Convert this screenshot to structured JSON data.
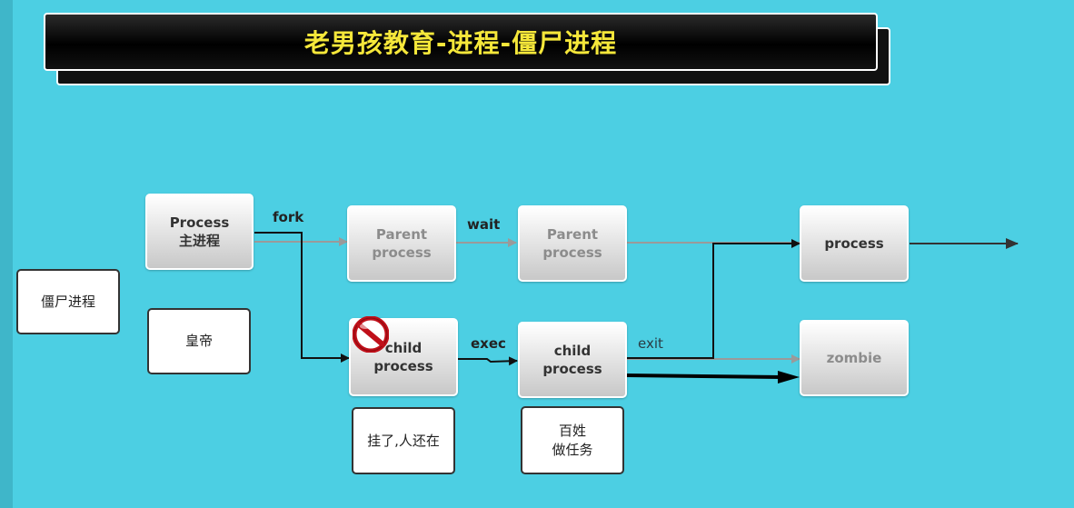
{
  "title": "老男孩教育-进程-僵尸进程",
  "nodes": {
    "main_process": [
      "Process",
      "主进程"
    ],
    "parent_process_1": [
      "Parent",
      "process"
    ],
    "parent_process_2": [
      "Parent",
      "process"
    ],
    "process_end": "process",
    "child_process_1": [
      "child",
      "process"
    ],
    "child_process_2": [
      "child",
      "process"
    ],
    "zombie": "zombie"
  },
  "notes": {
    "zombie_process": "僵尸进程",
    "emperor": "皇帝",
    "dead_but_alive": "挂了,人还在",
    "common_people": [
      "百姓",
      "做任务"
    ]
  },
  "edge_labels": {
    "fork": "fork",
    "wait": "wait",
    "exec": "exec",
    "exit": "exit"
  },
  "icons": {
    "no_entry": "no-entry-icon"
  },
  "colors": {
    "background": "#4ccfe3",
    "title_text": "#f5e73a",
    "no_entry": "#d0101c"
  }
}
